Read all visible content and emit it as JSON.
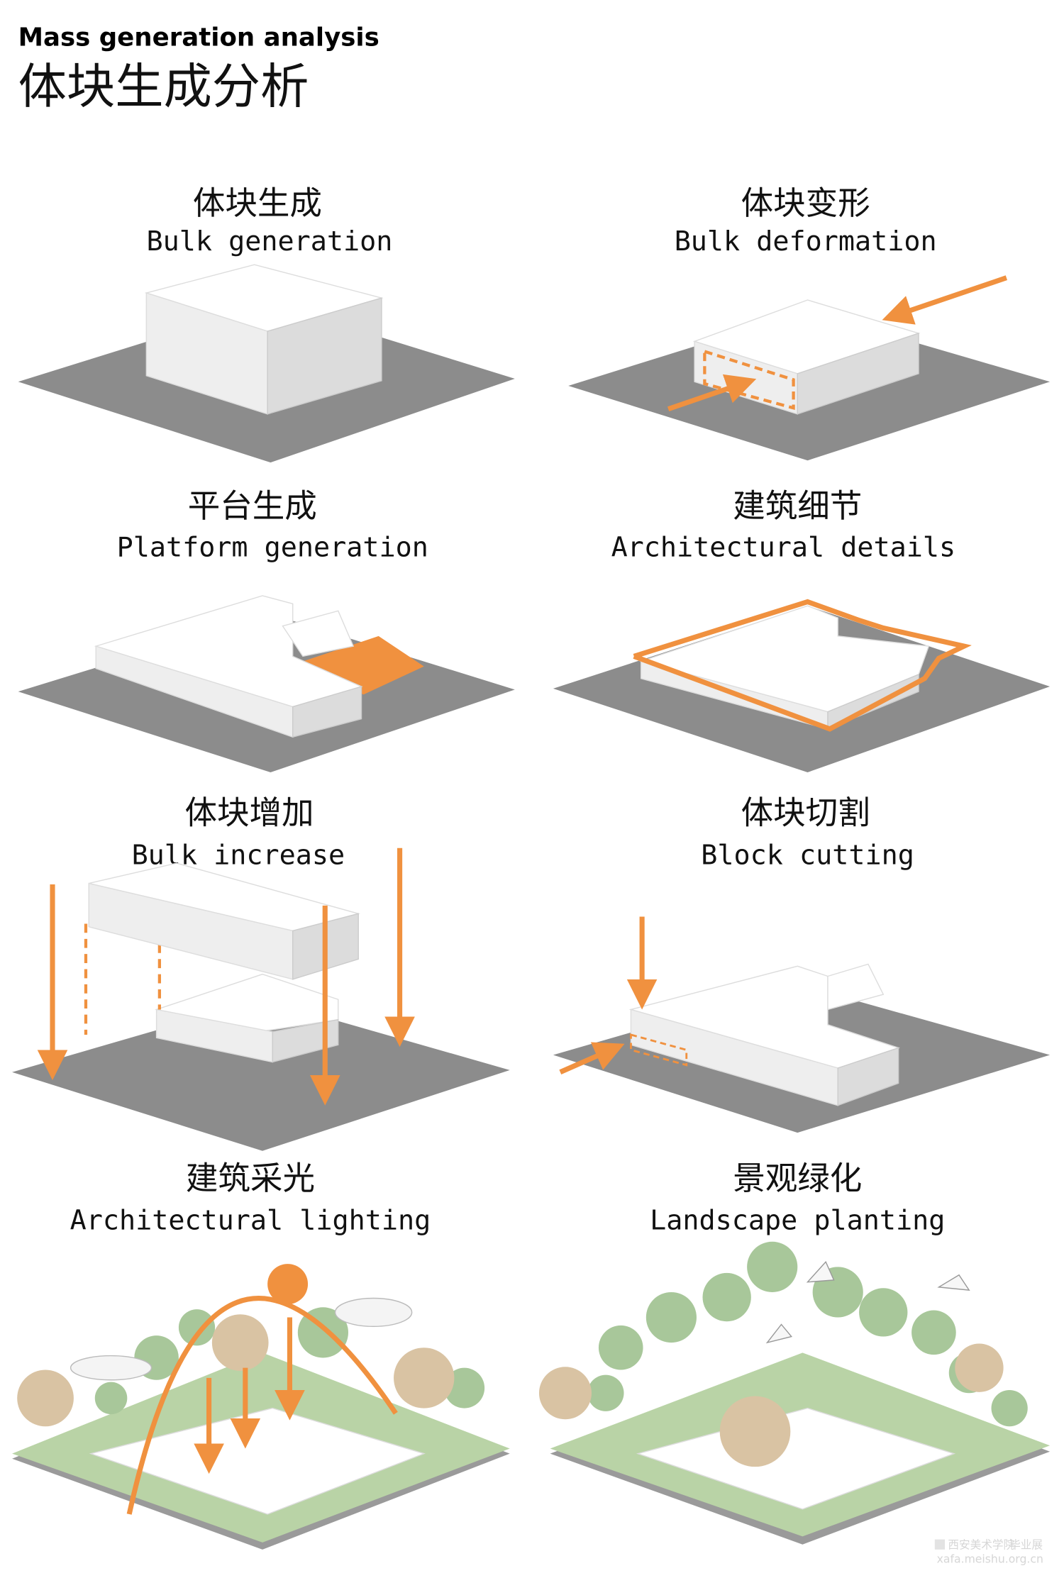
{
  "title_en": "Mass generation analysis",
  "title_cn": "体块生成分析",
  "panels": [
    {
      "cn": "体块生成",
      "en": "Bulk generation"
    },
    {
      "cn": "体块变形",
      "en": "Bulk deformation"
    },
    {
      "cn": "平台生成",
      "en": "Platform generation"
    },
    {
      "cn": "建筑细节",
      "en": "Architectural details"
    },
    {
      "cn": "体块增加",
      "en": "Bulk increase"
    },
    {
      "cn": "体块切割",
      "en": "Block cutting"
    },
    {
      "cn": "建筑采光",
      "en": "Architectural lighting"
    },
    {
      "cn": "景观绿化",
      "en": "Landscape planting"
    }
  ],
  "watermark": {
    "school": "西安美术学院",
    "label": "毕业展",
    "url": "xafa.meishu.org.cn"
  },
  "colors": {
    "accent": "#f0913f",
    "ground": "#8c8c8c",
    "grass": "#b9d3a6"
  }
}
